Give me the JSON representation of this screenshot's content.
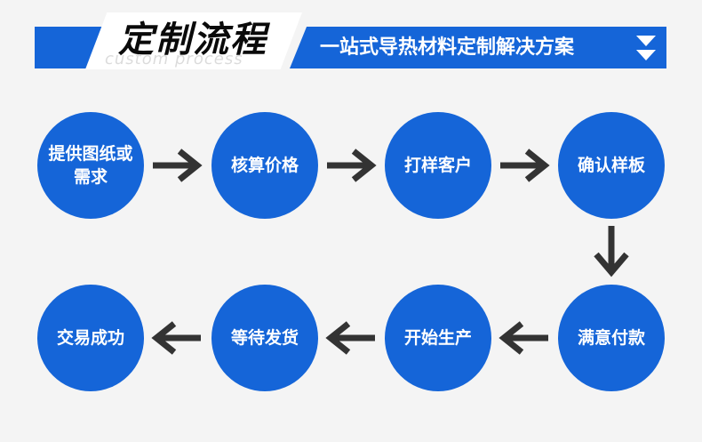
{
  "header": {
    "title": "定制流程",
    "subtitle_en": "custom process",
    "tagline": "一站式导热材料定制解决方案",
    "accent_color": "#1565d8",
    "icon": "double-chevron-down-icon"
  },
  "steps": [
    {
      "label": "提供图纸或需求"
    },
    {
      "label": "核算价格"
    },
    {
      "label": "打样客户"
    },
    {
      "label": "确认样板"
    },
    {
      "label": "满意付款"
    },
    {
      "label": "开始生产"
    },
    {
      "label": "等待发货"
    },
    {
      "label": "交易成功"
    }
  ],
  "arrow_icon_right": "arrow-right-icon",
  "arrow_icon_down": "arrow-down-icon",
  "arrow_icon_left": "arrow-left-icon"
}
